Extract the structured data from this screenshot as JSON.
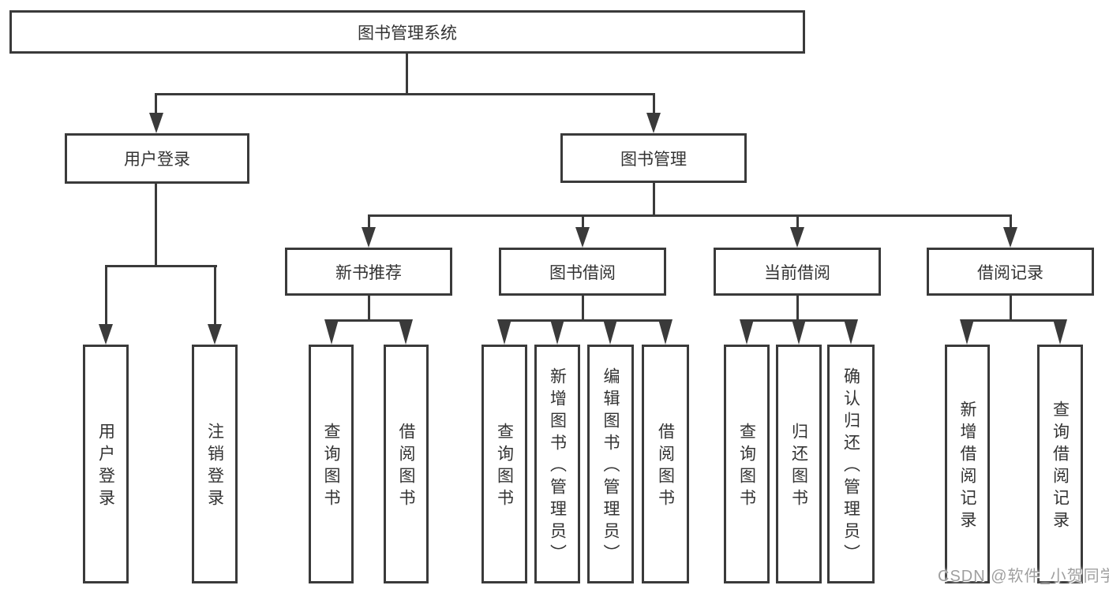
{
  "title": "图书管理系统",
  "level2": {
    "user_login": "用户登录",
    "book_mgmt": "图书管理"
  },
  "level3": {
    "new_book_rec": "新书推荐",
    "book_borrow": "图书借阅",
    "current_borrow": "当前借阅",
    "borrow_records": "借阅记录"
  },
  "leaves": {
    "user_login": [
      "用户登录",
      "注销登录"
    ],
    "new_book_rec": [
      "查询图书",
      "借阅图书"
    ],
    "book_borrow": [
      "查询图书",
      "新增图书（管理员）",
      "编辑图书（管理员）",
      "借阅图书"
    ],
    "current_borrow": [
      "查询图书",
      "归还图书",
      "确认归还（管理员）"
    ],
    "borrow_records": [
      "新增借阅记录",
      "查询借阅记录"
    ]
  },
  "watermark": "CSDN @软件_小贺同学",
  "colors": {
    "line": "#3a3a3a",
    "text": "#333333",
    "background": "#ffffff",
    "watermark": "#9f9f9f"
  }
}
